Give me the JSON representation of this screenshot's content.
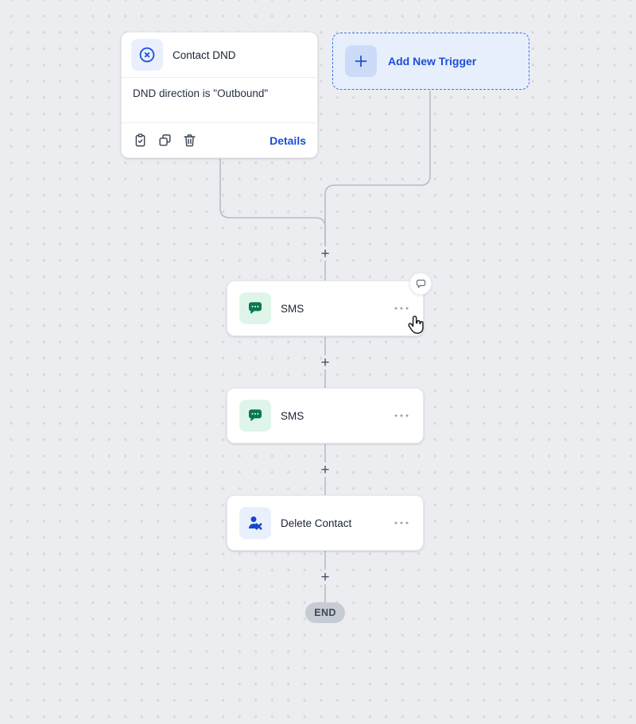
{
  "canvas": {
    "background_color": "#ecedf1",
    "dot_color": "#d7d9de",
    "connector_color": "#b7bbc5"
  },
  "trigger_card": {
    "icon": "circle-x-icon",
    "title": "Contact DND",
    "condition": "DND direction is \"Outbound\"",
    "details_label": "Details",
    "action_icons": [
      "clipboard-check-icon",
      "copy-icon",
      "trash-icon"
    ]
  },
  "add_trigger": {
    "icon": "plus-icon",
    "label": "Add New Trigger",
    "accent_color": "#1d4ed8"
  },
  "nodes": [
    {
      "icon": "sms-icon",
      "title": "SMS",
      "menu_icon": "more-options-icon",
      "comment_indicator": true,
      "icon_color": "#067a4e"
    },
    {
      "icon": "sms-icon",
      "title": "SMS",
      "menu_icon": "more-options-icon",
      "icon_color": "#067a4e"
    },
    {
      "icon": "delete-contact-icon",
      "title": "Delete Contact",
      "menu_icon": "more-options-icon",
      "icon_color": "#1847cf"
    }
  ],
  "connectors": {
    "plus_label": "+"
  },
  "end_badge": {
    "label": "END"
  }
}
